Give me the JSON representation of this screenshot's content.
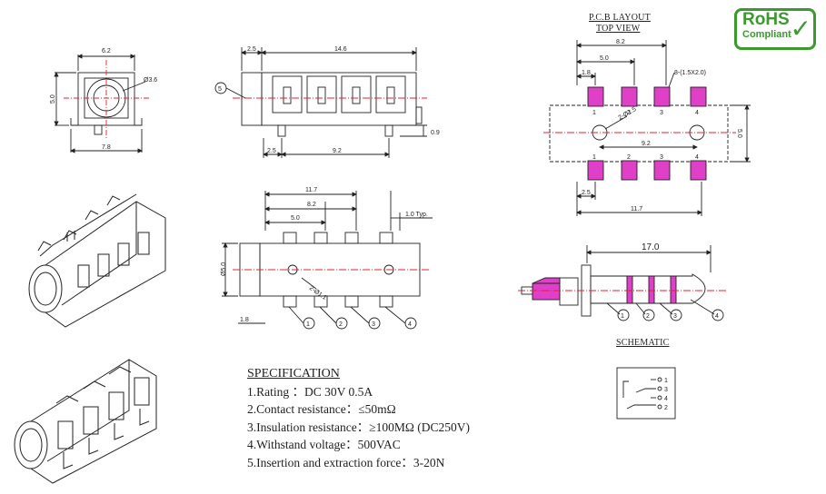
{
  "rohs": {
    "line1": "RoHS",
    "line2": "Compliant",
    "check": "✓",
    "color": "#3a9a2e"
  },
  "colors": {
    "centerline": "#e8212e",
    "pad": "#e040c8",
    "line": "#222222"
  },
  "front_view": {
    "width": "6.2",
    "height": "5.0",
    "base": "7.8",
    "diameter": "Ø3.6"
  },
  "side_view": {
    "offset": "2.5",
    "length": "14.6",
    "pitch1": "2.5",
    "pitch2": "9.2",
    "pin": "0.9",
    "label": "5"
  },
  "top_view": {
    "length": "11.7",
    "dim1": "8.2",
    "dim2": "5.0",
    "pin_width": "1.0 Typ.",
    "height": "Ø5.0",
    "edge": "1.8",
    "holes": "2-Ø1.1",
    "pins": [
      "1",
      "2",
      "3",
      "4"
    ]
  },
  "pcb_layout": {
    "title1": "P.C.B LAYOUT",
    "title2": "TOP VIEW",
    "dim_top": "8.2",
    "dim_mid": "5.0",
    "dim_left": "1.8",
    "pad_note": "8-(1.5X2.0)",
    "holes": "2-Ø1.5",
    "dim_holes": "9.2",
    "height": "5.0",
    "dim_edge": "2.5",
    "dim_bottom": "11.7",
    "pads_top": [
      "1",
      "2",
      "3",
      "4"
    ],
    "pads_bottom": [
      "1",
      "2",
      "3",
      "4"
    ]
  },
  "plug": {
    "length": "17.0",
    "pins": [
      "1",
      "2",
      "3",
      "4"
    ]
  },
  "schematic": {
    "title": "SCHEMATIC",
    "pins": [
      "1",
      "3",
      "4",
      "2"
    ]
  },
  "specification": {
    "title": "SPECIFICATION",
    "items": [
      "1.Rating  ：DC 30V 0.5A",
      "2.Contact resistance：≤50mΩ",
      "3.Insulation resistance：≥100MΩ (DC250V)",
      "4.Withstand voltage：500VAC",
      "5.Insertion and extraction force：3-20N"
    ]
  }
}
